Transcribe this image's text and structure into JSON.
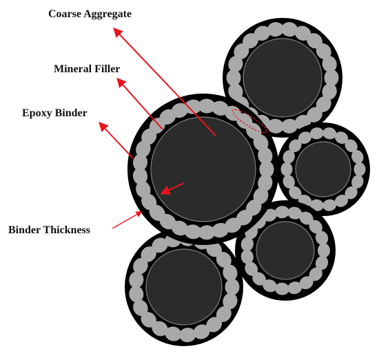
{
  "labels": {
    "coarse_aggregate": "Coarse Aggregate",
    "mineral_filler": "Mineral Filler",
    "epoxy_binder": "Epoxy Binder",
    "binder_thickness": "Binder Thickness"
  },
  "colors": {
    "binder": "#000000",
    "aggregate_core": "#2b2b2b",
    "core_outline": "#808080",
    "filler": "#a9a9a9",
    "arrow": "#e8141b",
    "label_text": "#111111"
  }
}
